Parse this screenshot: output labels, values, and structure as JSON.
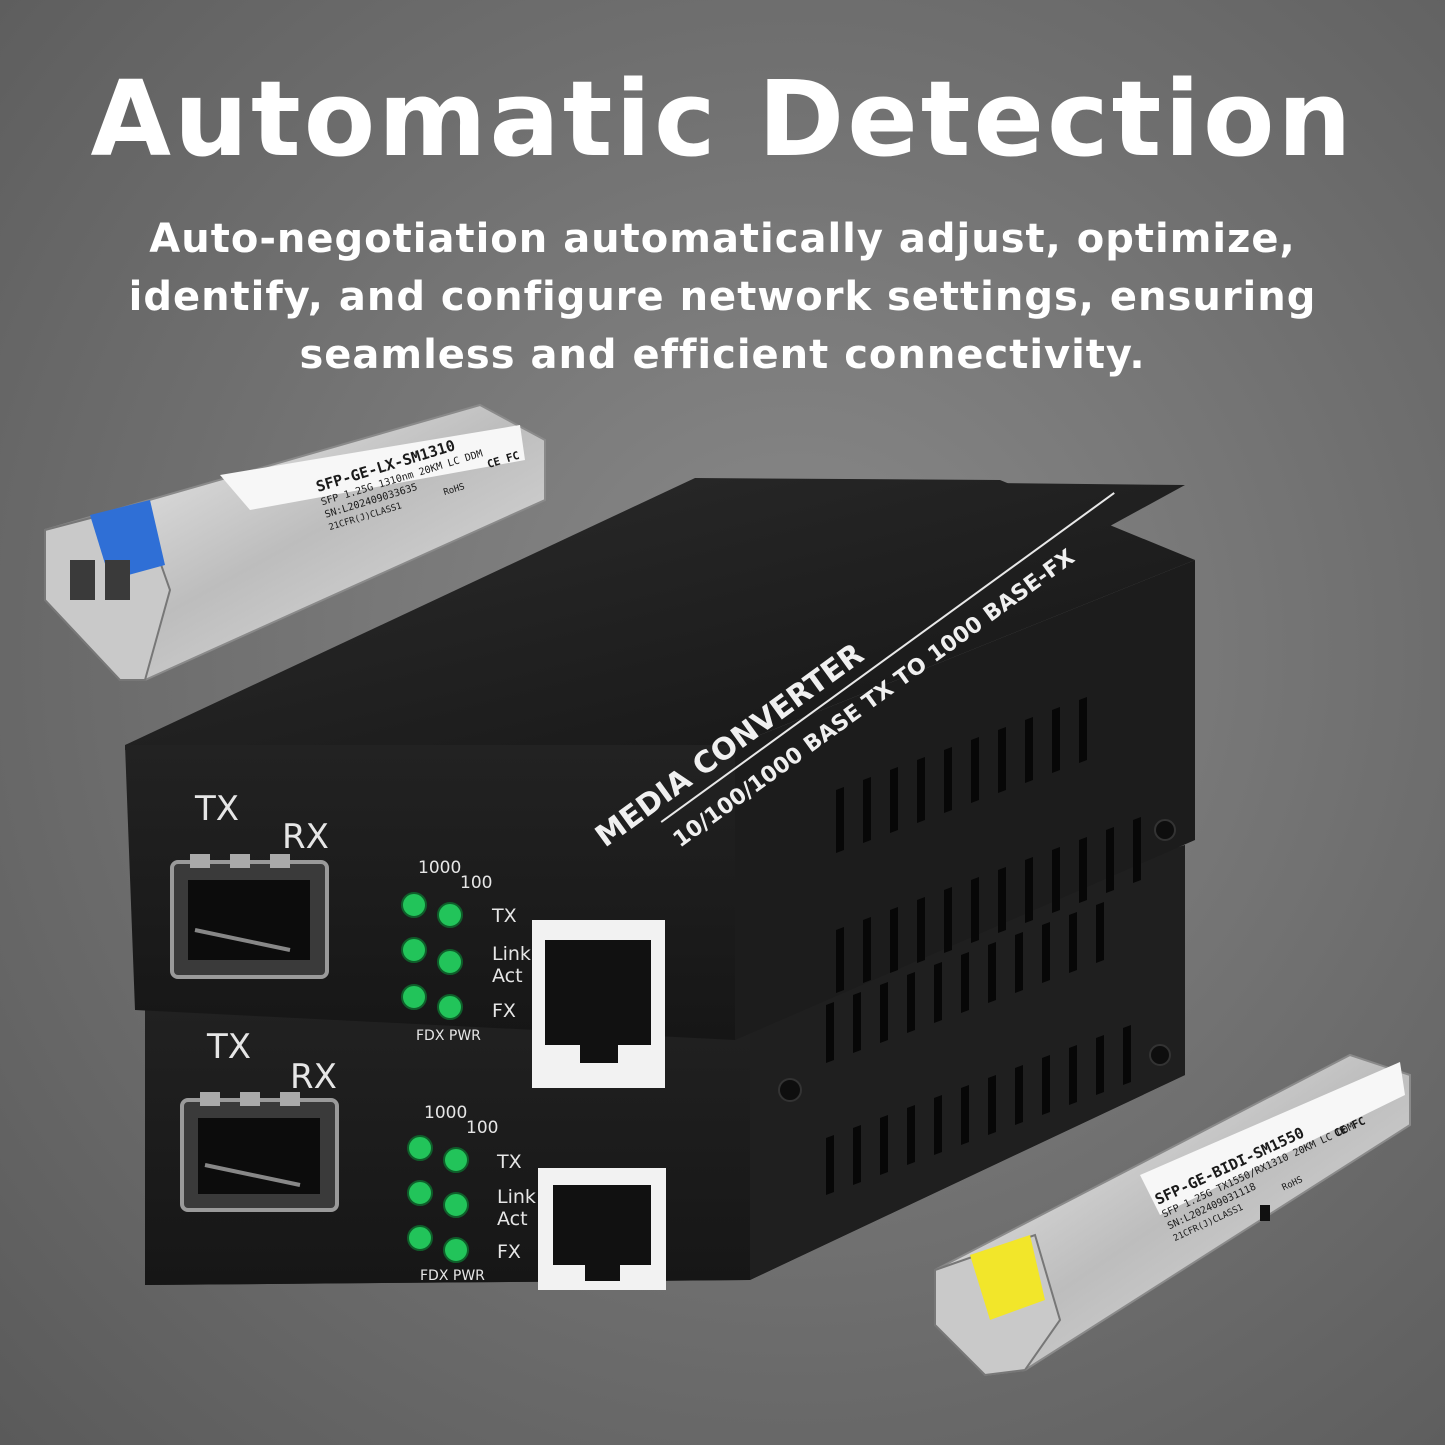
{
  "headline": "Automatic Detection",
  "subline": {
    "line1": "Auto-negotiation  automatically adjust, optimize,",
    "line2": "identify, and configure network settings, ensuring",
    "line3": "seamless and efficient connectivity."
  },
  "converter": {
    "top_text": "MEDIA CONVERTER",
    "spec_text": "10/100/1000 BASE TX TO 1000 BASE-FX",
    "port_tx": "TX",
    "port_rx": "RX",
    "led_speed_1000": "1000",
    "led_speed_100": "100",
    "led_tx": "TX",
    "led_link": "Link",
    "led_act": "Act",
    "led_fx": "FX",
    "led_fdx_pwr": "FDX PWR"
  },
  "sfp_left": {
    "model": "SFP-GE-LX-SM1310",
    "spec": "SFP 1.25G 1310nm 20KM LC DDM",
    "serial": "SN:L202409033635",
    "class": "21CFR(J)CLASS1",
    "rohs": "RoHS",
    "marks": "CE FC"
  },
  "sfp_right": {
    "model": "SFP-GE-BIDI-SM1550",
    "spec": "SFP 1.25G TX1550/RX1310 20KM LC DDM",
    "serial": "SN:L202409031118",
    "class": "21CFR(J)CLASS1",
    "rohs": "RoHS",
    "marks": "CE FC"
  },
  "colors": {
    "led_green": "#22c45a",
    "left_latch": "#2f6fd6",
    "right_latch": "#f2e62a",
    "body": "#1d1d1d"
  }
}
